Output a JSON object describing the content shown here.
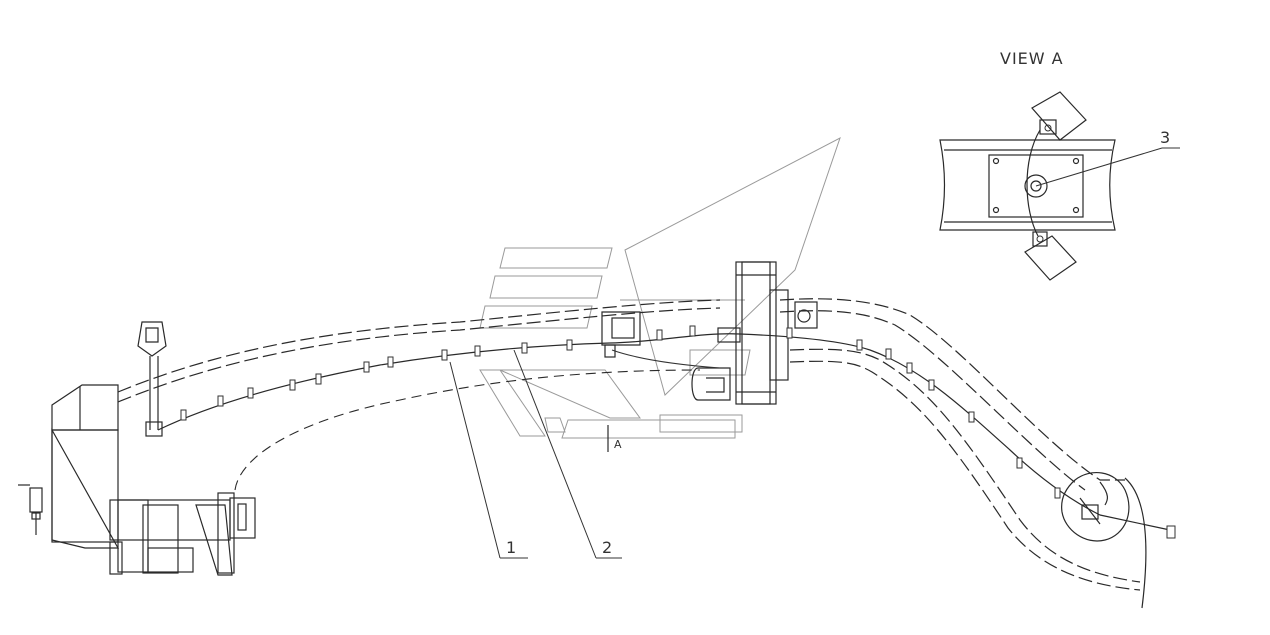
{
  "view_title": "VIEW A",
  "section_marker": "A",
  "callouts": {
    "one": "1",
    "two": "2",
    "three": "3"
  }
}
